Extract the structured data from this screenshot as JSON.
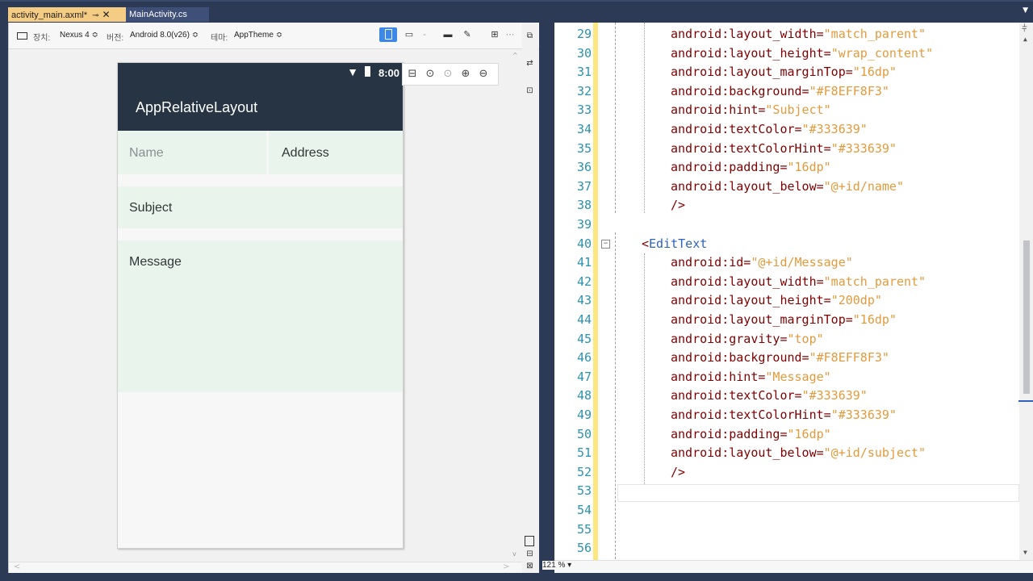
{
  "tabs": [
    {
      "label": "activity_main.axml*",
      "pin": "⊸",
      "close": "✕"
    },
    {
      "label": "MainActivity.cs"
    }
  ],
  "designer_toolbar": {
    "device_label": "장치:",
    "device_value": "Nexus 4 ≎",
    "version_label": "버전:",
    "version_value": "Android 8.0(v26) ≎",
    "theme_label": "테마:",
    "theme_value": "AppTheme ≎"
  },
  "phone": {
    "status_time": "8:00",
    "app_title": "AppRelativeLayout",
    "fields": {
      "name": "Name",
      "address": "Address",
      "subject": "Subject",
      "message": "Message"
    }
  },
  "editor": {
    "zoom_level": "121 %",
    "line_numbers": [
      "29",
      "30",
      "31",
      "32",
      "33",
      "34",
      "35",
      "36",
      "37",
      "38",
      "39",
      "40",
      "41",
      "42",
      "43",
      "44",
      "45",
      "46",
      "47",
      "48",
      "49",
      "50",
      "51",
      "52",
      "53",
      "54",
      "55",
      "56"
    ],
    "lines": [
      {
        "attr": "android:layout_width=",
        "value": "\"match_parent\""
      },
      {
        "attr": "android:layout_height=",
        "value": "\"wrap_content\""
      },
      {
        "attr": "android:layout_marginTop=",
        "value": "\"16dp\""
      },
      {
        "attr": "android:background=",
        "value": "\"#F8EFF8F3\""
      },
      {
        "attr": "android:hint=",
        "value": "\"Subject\""
      },
      {
        "attr": "android:textColor=",
        "value": "\"#333639\""
      },
      {
        "attr": "android:textColorHint=",
        "value": "\"#333639\""
      },
      {
        "attr": "android:padding=",
        "value": "\"16dp\""
      },
      {
        "attr": "android:layout_below=",
        "value": "\"@+id/name\""
      },
      {
        "attr": "/>",
        "value": ""
      },
      {
        "attr": "",
        "value": ""
      },
      {
        "attr": "<",
        "value": "EditText"
      },
      {
        "attr": "android:id=",
        "value": "\"@+id/Message\""
      },
      {
        "attr": "android:layout_width=",
        "value": "\"match_parent\""
      },
      {
        "attr": "android:layout_height=",
        "value": "\"200dp\""
      },
      {
        "attr": "android:layout_marginTop=",
        "value": "\"16dp\""
      },
      {
        "attr": "android:gravity=",
        "value": "\"top\""
      },
      {
        "attr": "android:background=",
        "value": "\"#F8EFF8F3\""
      },
      {
        "attr": "android:hint=",
        "value": "\"Message\""
      },
      {
        "attr": "android:textColor=",
        "value": "\"#333639\""
      },
      {
        "attr": "android:textColorHint=",
        "value": "\"#333639\""
      },
      {
        "attr": "android:padding=",
        "value": "\"16dp\""
      },
      {
        "attr": "android:layout_below=",
        "value": "\"@+id/subject\""
      },
      {
        "attr": "/>",
        "value": ""
      }
    ]
  },
  "colors": {
    "tab_active": "#f5cc84",
    "status_bar": "#263443",
    "field_bg": "#e8f4ec",
    "toolbar_accent": "#3d87e5",
    "attr_color": "#800000",
    "string_color": "#e39a3c",
    "line_number_color": "#2b91af",
    "change_bar": "#fbe77e"
  },
  "icons": [
    "wifi-icon",
    "battery-icon",
    "portrait-icon",
    "landscape-icon",
    "zoom-in-icon",
    "zoom-out-icon",
    "zoom-fit-icon",
    "swap-icon",
    "collapse-icon"
  ]
}
